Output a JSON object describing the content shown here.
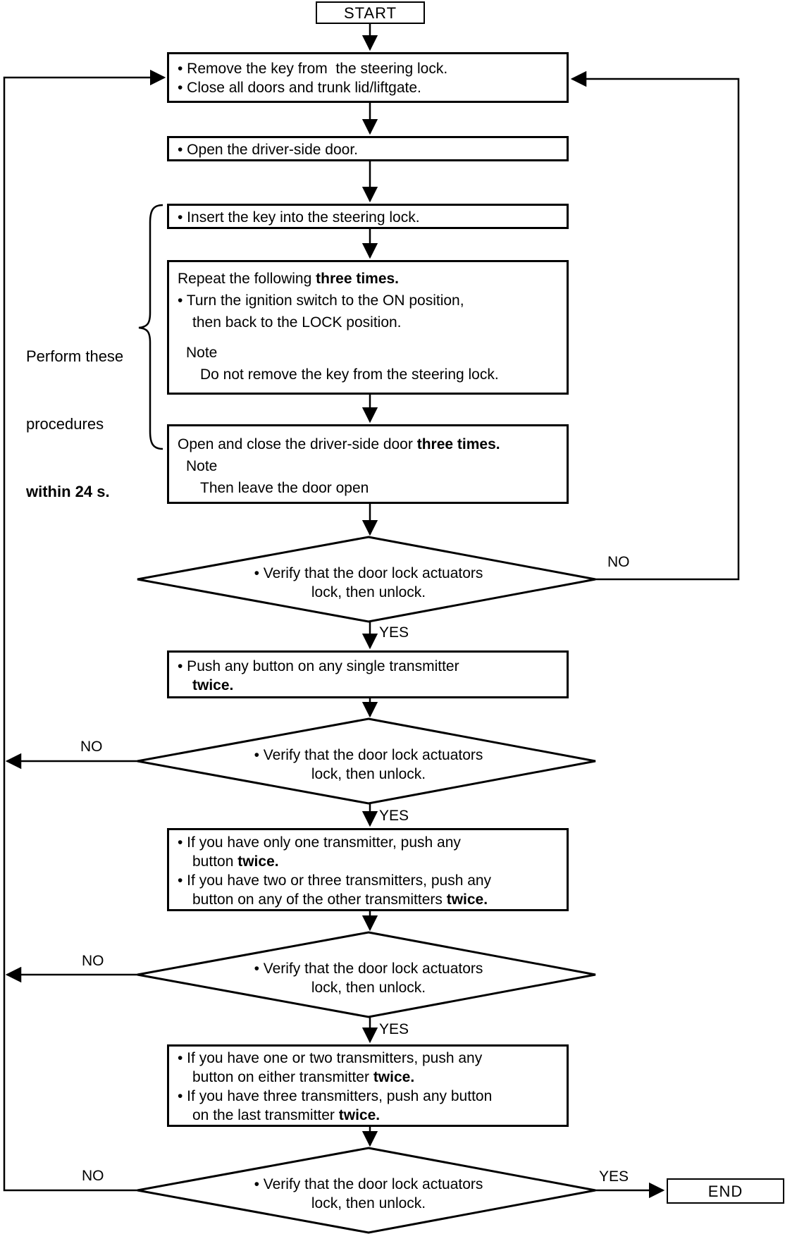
{
  "flow": {
    "start": "START",
    "end": "END",
    "yes": "YES",
    "no": "NO",
    "side_note": {
      "line1": "Perform these",
      "line2": "procedures",
      "line3": "within 24 s."
    },
    "decision": {
      "line1": "• Verify that the door lock actuators",
      "line2": "lock, then unlock."
    },
    "remove_key": {
      "line1": "• Remove the key from  the steering lock.",
      "line2": "• Close all doors and trunk lid/liftgate."
    },
    "open_door": {
      "line1": "• Open the driver-side door."
    },
    "insert_key": {
      "line1": "• Insert the key into the steering lock."
    },
    "ignition": {
      "title_normal": "Repeat the following ",
      "title_bold": "three times.",
      "b1": "• Turn the ignition switch to the ON position,",
      "b1_cont": "then back to the LOCK position.",
      "note_label": "Note",
      "note_body": "Do not remove the key from the steering lock."
    },
    "open_close": {
      "line_normal": "Open and close the driver-side door ",
      "line_bold": "three times.",
      "note_label": "Note",
      "note_body": "Then leave the door open"
    },
    "push_single": {
      "line1": "• Push any button on any single transmitter",
      "line2_bold": "twice."
    },
    "other_transmitters": {
      "b1_l1": "• If you have only one transmitter, push any",
      "b1_l2": "button ",
      "b1_l2_bold": "twice.",
      "b2_l1": "• If you have two or three transmitters, push any",
      "b2_l2": "button on any of the other transmitters ",
      "b2_l2_bold": "twice."
    },
    "last_transmitter": {
      "b1_l1": "• If you have one or two transmitters, push any",
      "b1_l2": "button on either transmitter ",
      "b1_l2_bold": "twice.",
      "b2_l1": "• If you have three transmitters, push any button",
      "b2_l2": "on the last transmitter ",
      "b2_l2_bold": "twice."
    }
  }
}
